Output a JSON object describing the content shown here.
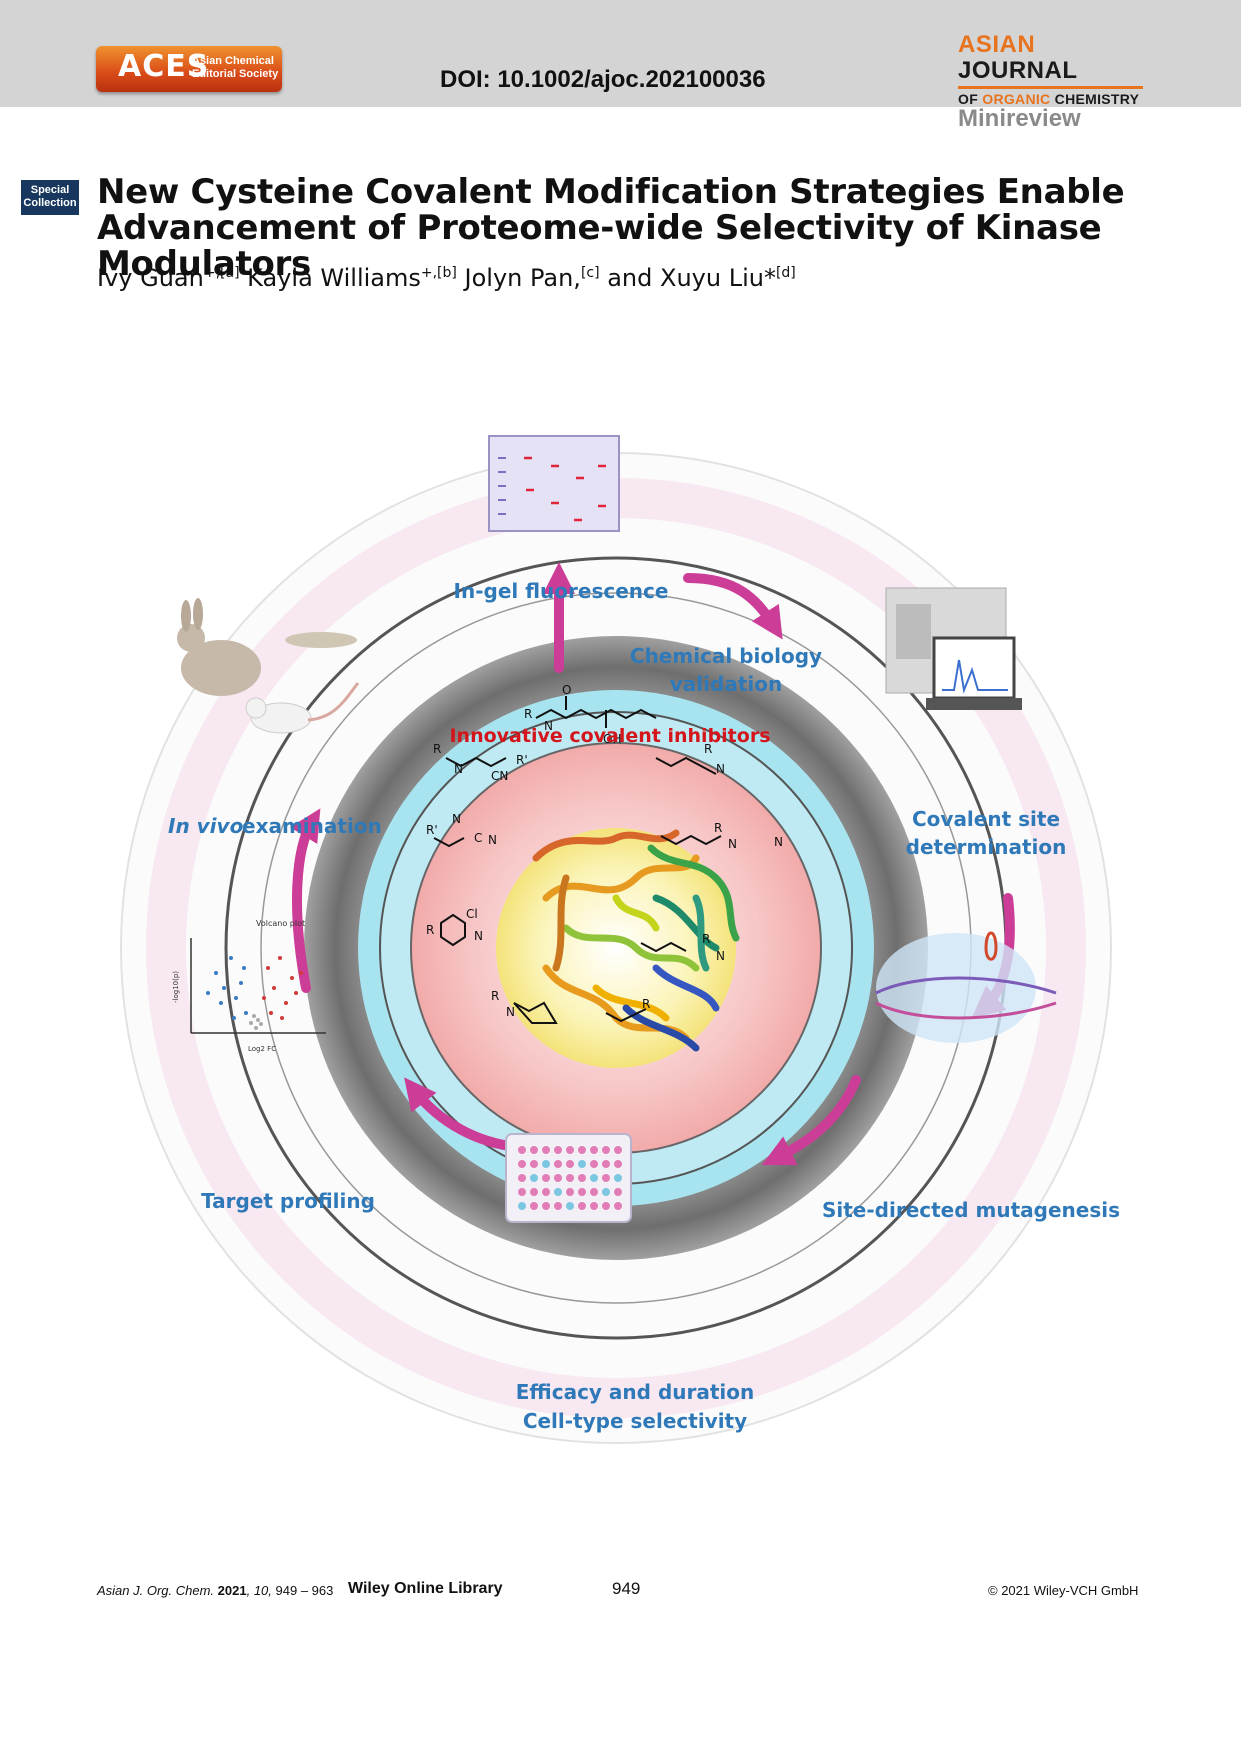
{
  "header": {
    "logo_main": "ACES",
    "logo_sub_line1": "Asian Chemical",
    "logo_sub_line2": "Editorial Society",
    "doi": "DOI: 10.1002/ajoc.202100036",
    "journal_line1_a": "ASIAN",
    "journal_line1_b": "JOURNAL",
    "journal_line2_a": "OF",
    "journal_line2_b": "ORGANIC",
    "journal_line2_c": "CHEMISTRY",
    "article_type": "Minireview"
  },
  "badge": {
    "line1": "Special",
    "line2": "Collection"
  },
  "article": {
    "title_line1": "New Cysteine Covalent Modification Strategies Enable",
    "title_line2": "Advancement of Proteome-wide Selectivity of Kinase Modulators",
    "authors": [
      {
        "name": "Ivy Guan",
        "sup": "+,[a]"
      },
      {
        "name": "Kayla Williams",
        "sup": "+,[b]"
      },
      {
        "name": "Jolyn Pan,",
        "sup": "[c]"
      },
      {
        "name": "Xuyu Liu*",
        "sup": "[d]"
      }
    ],
    "author_sep_and": "and"
  },
  "figure": {
    "labels": {
      "in_gel": "In-gel fluorescence",
      "chem_bio_1": "Chemical biology",
      "chem_bio_2": "validation",
      "innovative": "Innovative covalent inhibitors",
      "covalent_site_1": "Covalent site",
      "covalent_site_2": "determination",
      "in_vivo_italic": "In vivo",
      "in_vivo_rest": "examination",
      "target_profiling": "Target profiling",
      "site_directed": "Site-directed mutagenesis",
      "efficacy_1": "Efficacy and duration",
      "efficacy_2": "Cell-type selectivity",
      "volcano_title": "Volcano plot",
      "volcano_xlabel": "Log2 FC",
      "volcano_ylabel": "-log10(p)"
    },
    "colors": {
      "label_blue": "#2f79b8",
      "label_red": "#d4151b",
      "arrow_magenta": "#cc3d97"
    }
  },
  "footer": {
    "journal_abbr": "Asian J. Org. Chem.",
    "year": "2021",
    "volume": "10",
    "pages": "949 – 963",
    "library": "Wiley Online Library",
    "page_number": "949",
    "copyright": "© 2021 Wiley-VCH GmbH"
  }
}
